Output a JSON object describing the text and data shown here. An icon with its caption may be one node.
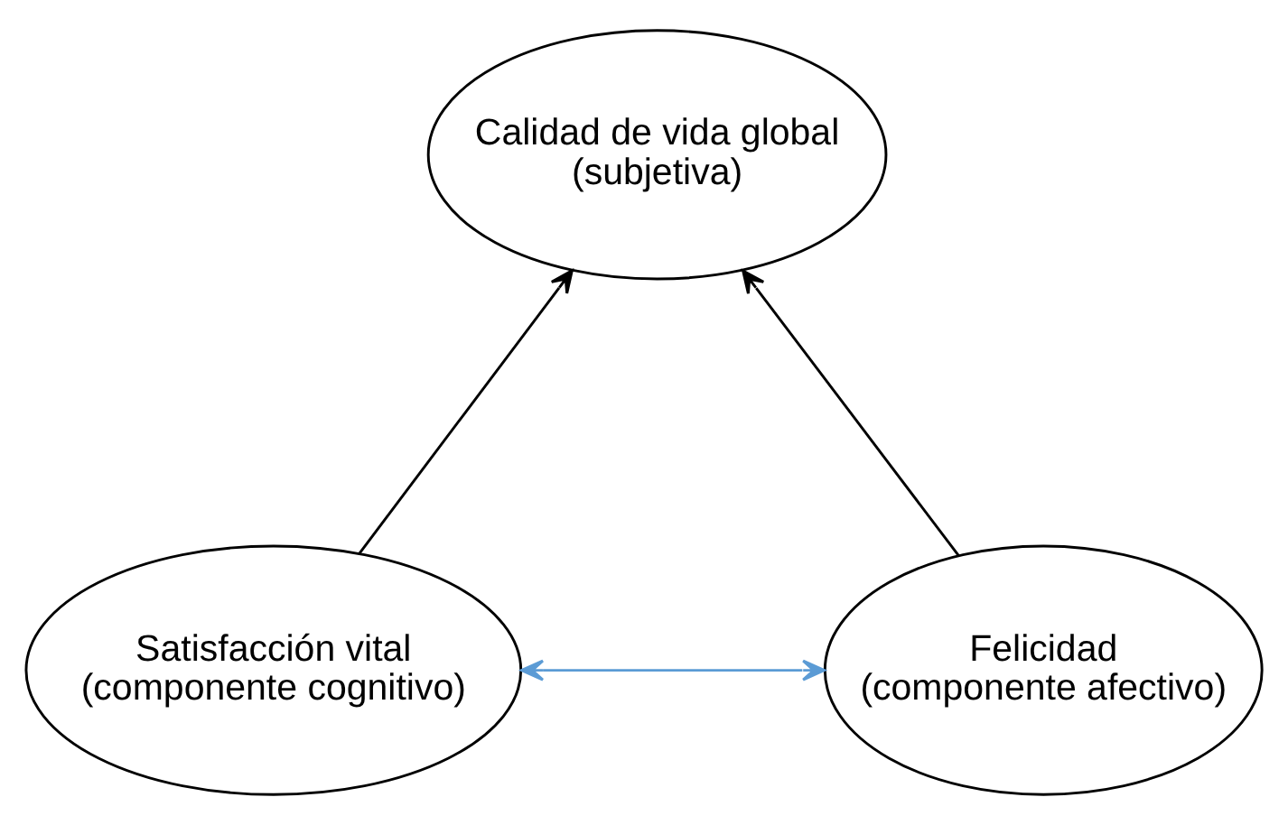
{
  "diagram": {
    "nodes": [
      {
        "text": [
          "Calidad de vida global",
          "(subjetiva)"
        ]
      },
      {
        "text": [
          "Satisfacción vital",
          "(componente cognitivo)"
        ]
      },
      {
        "text": [
          "Felicidad",
          "(componente afectivo)"
        ]
      }
    ],
    "edges": [
      {
        "from": 1,
        "to": 0,
        "arrow": "to"
      },
      {
        "from": 2,
        "to": 0,
        "arrow": "to"
      },
      {
        "from": 1,
        "to": 2,
        "arrow": "both",
        "color": "#5b9bd5"
      }
    ]
  }
}
